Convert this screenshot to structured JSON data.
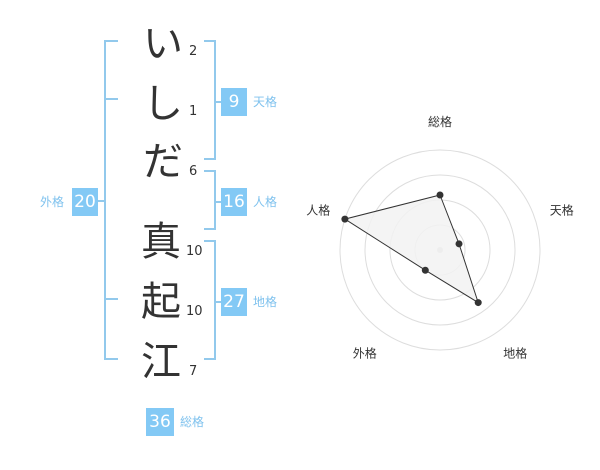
{
  "name": {
    "chars": [
      {
        "char": "い",
        "strokes": "2"
      },
      {
        "char": "し",
        "strokes": "1"
      },
      {
        "char": "だ",
        "strokes": "6"
      },
      {
        "char": "真",
        "strokes": "10"
      },
      {
        "char": "起",
        "strokes": "10"
      },
      {
        "char": "江",
        "strokes": "7"
      }
    ]
  },
  "fortune": {
    "tenkaku": {
      "label": "天格",
      "value": "9"
    },
    "jinkaku": {
      "label": "人格",
      "value": "16"
    },
    "chikaku": {
      "label": "地格",
      "value": "27"
    },
    "gaikaku": {
      "label": "外格",
      "value": "20"
    },
    "soukaku": {
      "label": "総格",
      "value": "36"
    }
  },
  "chart_data": {
    "type": "radar",
    "axes": [
      "総格",
      "天格",
      "地格",
      "外格",
      "人格"
    ],
    "values": [
      0.55,
      0.2,
      0.65,
      0.25,
      1.0
    ],
    "rmax": 1.0,
    "rings": 4
  },
  "colors": {
    "accent": "#83c9f5",
    "bracket": "#92c9ec",
    "label": "#7fc2ee",
    "ring": "#dddddd",
    "radarFill": "#f2f2f2",
    "radarLine": "#333333"
  }
}
